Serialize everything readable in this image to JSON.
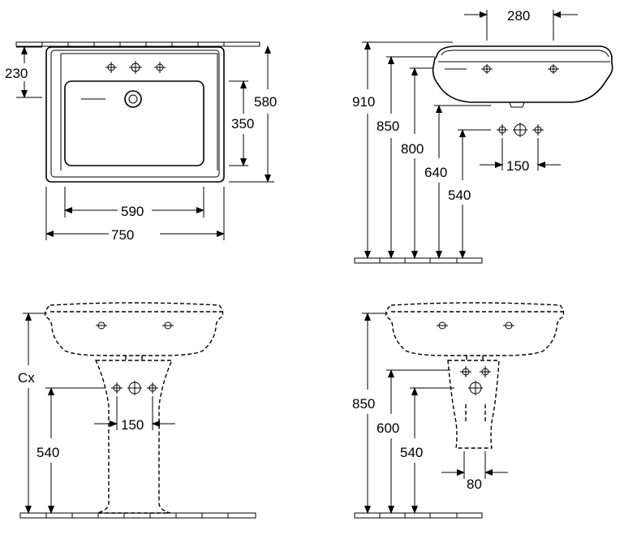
{
  "views": {
    "top": {
      "dims": {
        "d230": "230",
        "d580": "580",
        "d350": "350",
        "d590": "590",
        "d750": "750"
      }
    },
    "side": {
      "dims": {
        "d280": "280",
        "d910": "910",
        "d850": "850",
        "d800": "800",
        "d640": "640",
        "d540": "540",
        "d150": "150"
      }
    },
    "front_pedestal": {
      "dims": {
        "cx": "Cx",
        "d540": "540",
        "d150": "150"
      }
    },
    "front_half_pedestal": {
      "dims": {
        "d850": "850",
        "d600": "600",
        "d540": "540",
        "d80": "80"
      }
    }
  },
  "colors": {
    "line": "#000000",
    "background": "#ffffff"
  }
}
